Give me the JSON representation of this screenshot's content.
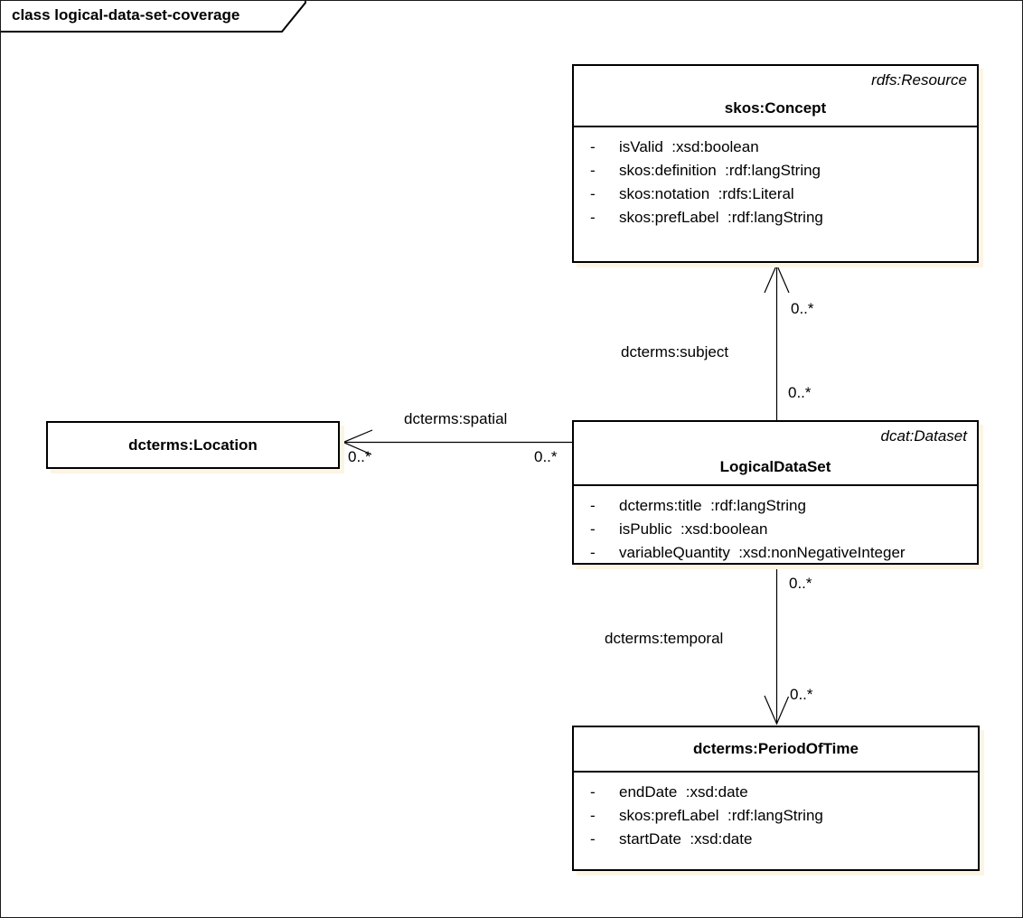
{
  "frame": {
    "title": "class logical-data-set-coverage"
  },
  "colors": {
    "background": "#ffffff",
    "line": "#000000",
    "text": "#000000",
    "box_fill": "#ffffff",
    "box_shadow": "#fcf5e4"
  },
  "classes": [
    {
      "name": "skos:Concept",
      "stereotype": "rdfs:Resource",
      "attributes": [
        {
          "visibility": "-",
          "text": "isValid  :xsd:boolean"
        },
        {
          "visibility": "-",
          "text": "skos:definition  :rdf:langString"
        },
        {
          "visibility": "-",
          "text": "skos:notation  :rdfs:Literal"
        },
        {
          "visibility": "-",
          "text": "skos:prefLabel  :rdf:langString"
        }
      ]
    },
    {
      "name": "LogicalDataSet",
      "stereotype": "dcat:Dataset",
      "attributes": [
        {
          "visibility": "-",
          "text": "dcterms:title  :rdf:langString"
        },
        {
          "visibility": "-",
          "text": "isPublic  :xsd:boolean"
        },
        {
          "visibility": "-",
          "text": "variableQuantity  :xsd:nonNegativeInteger"
        }
      ]
    },
    {
      "name": "dcterms:Location",
      "attributes": []
    },
    {
      "name": "dcterms:PeriodOfTime",
      "attributes": [
        {
          "visibility": "-",
          "text": "endDate  :xsd:date"
        },
        {
          "visibility": "-",
          "text": "skos:prefLabel  :rdf:langString"
        },
        {
          "visibility": "-",
          "text": "startDate  :xsd:date"
        }
      ]
    }
  ],
  "associations": [
    {
      "label": "dcterms:subject",
      "from": "LogicalDataSet",
      "to": "skos:Concept",
      "from_multiplicity": "0..*",
      "to_multiplicity": "0..*"
    },
    {
      "label": "dcterms:spatial",
      "from": "LogicalDataSet",
      "to": "dcterms:Location",
      "from_multiplicity": "0..*",
      "to_multiplicity": "0..*"
    },
    {
      "label": "dcterms:temporal",
      "from": "LogicalDataSet",
      "to": "dcterms:PeriodOfTime",
      "from_multiplicity": "0..*",
      "to_multiplicity": "0..*"
    }
  ]
}
